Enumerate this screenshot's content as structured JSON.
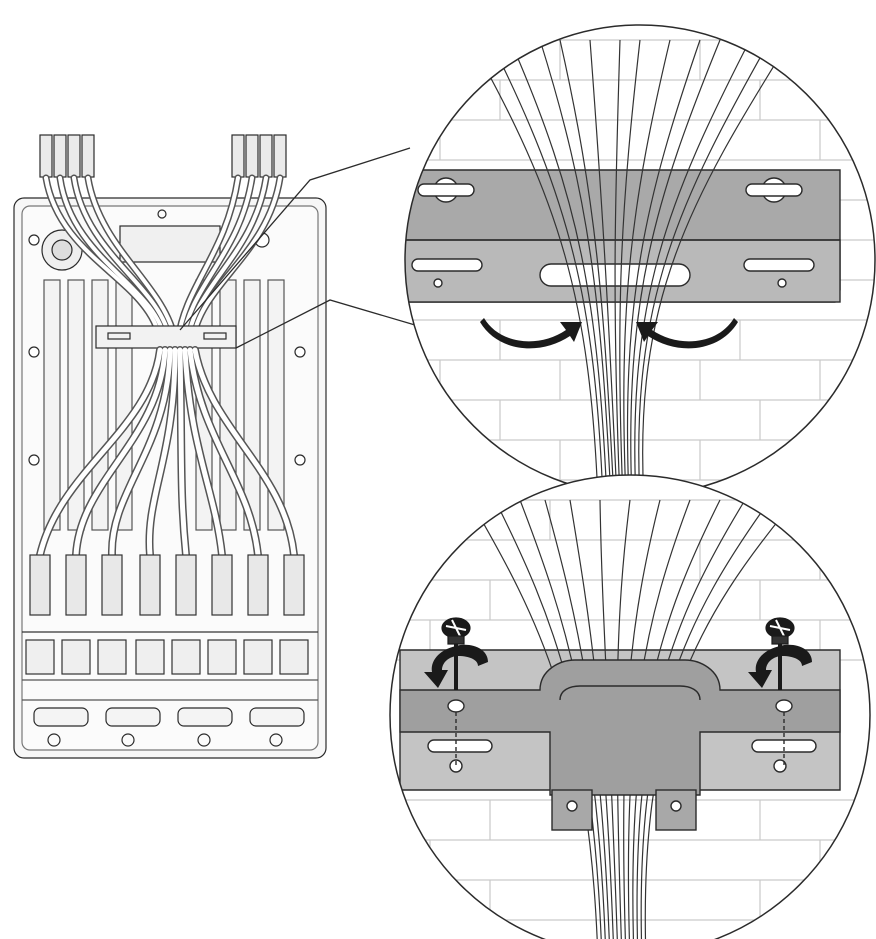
{
  "figure": {
    "kind": "installation-illustration",
    "panels": [
      "device-overview",
      "bracket-zoom-top",
      "bracket-zoom-bottom"
    ],
    "colors": {
      "line": "#2b2b2b",
      "light_line": "#8a8a8a",
      "metal_fill": "#a9a9a9",
      "metal_dark": "#8c8c8c",
      "metal_light": "#c4c4c4",
      "arrow": "#1a1a1a",
      "background": "#ffffff"
    },
    "icons": [
      "curved-arrow-icon",
      "screw-icon",
      "cable-bundle"
    ]
  }
}
